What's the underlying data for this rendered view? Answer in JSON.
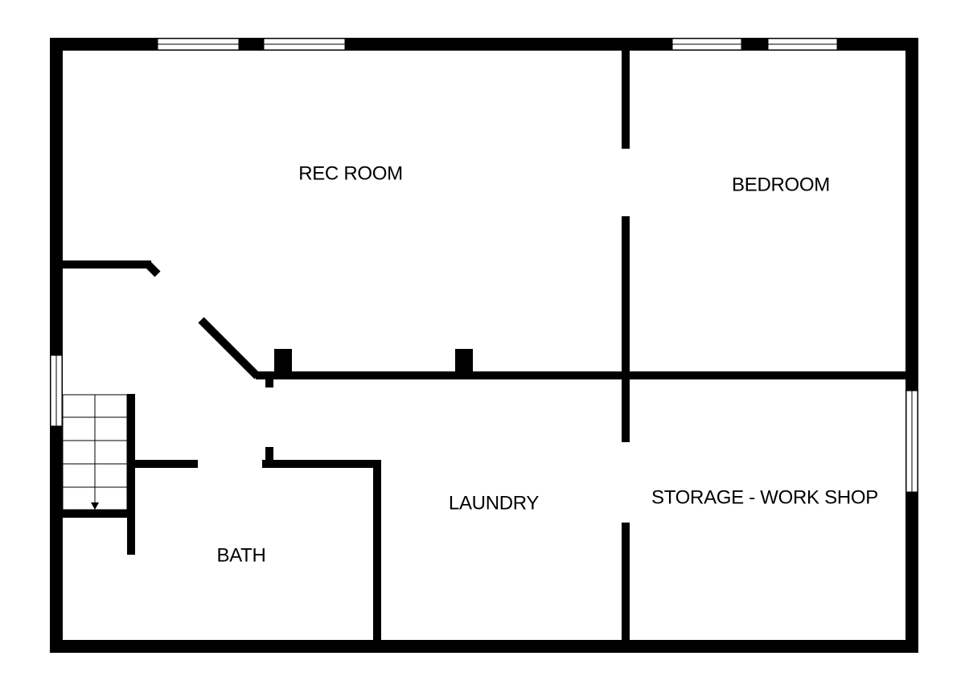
{
  "floor_plan": {
    "rooms": [
      {
        "id": "rec-room",
        "label": "REC ROOM"
      },
      {
        "id": "bedroom",
        "label": "BEDROOM"
      },
      {
        "id": "laundry",
        "label": "LAUNDRY"
      },
      {
        "id": "storage",
        "label": "STORAGE - WORK SHOP"
      },
      {
        "id": "bath",
        "label": "BATH"
      }
    ],
    "stair_direction": "down",
    "colors": {
      "wall": "#000000",
      "background": "#ffffff"
    }
  }
}
